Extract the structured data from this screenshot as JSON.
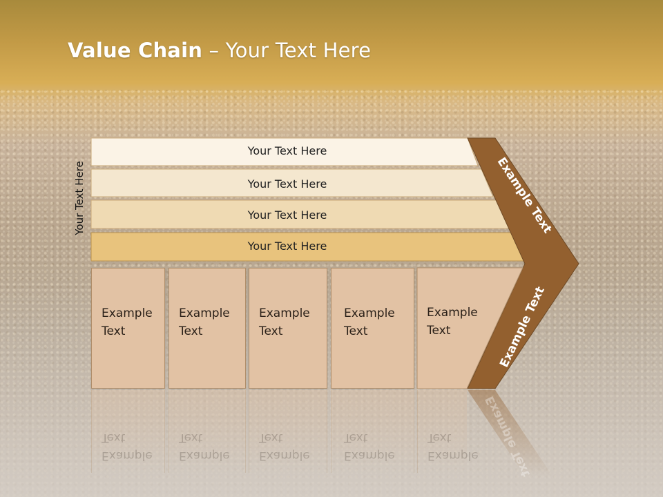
{
  "slide": {
    "title_bold": "Value Chain",
    "title_rest": " – Your Text Here",
    "side_label": "Your Text Here",
    "support_activities": [
      {
        "label": "Your Text Here",
        "color": "#fbf3e6"
      },
      {
        "label": "Your Text Here",
        "color": "#f4e7cf"
      },
      {
        "label": "Your Text Here",
        "color": "#efdab3"
      },
      {
        "label": "Your Text Here",
        "color": "#e8c37d"
      }
    ],
    "primary_activities": [
      {
        "line1": "Example",
        "line2": "Text"
      },
      {
        "line1": "Example",
        "line2": "Text"
      },
      {
        "line1": "Example",
        "line2": "Text"
      },
      {
        "line1": "Example",
        "line2": "Text"
      },
      {
        "line1": "Example",
        "line2": "Text"
      }
    ],
    "margin_top_label": "Example Text",
    "margin_bottom_label": "Example Text",
    "margin_color": "#93602f"
  }
}
